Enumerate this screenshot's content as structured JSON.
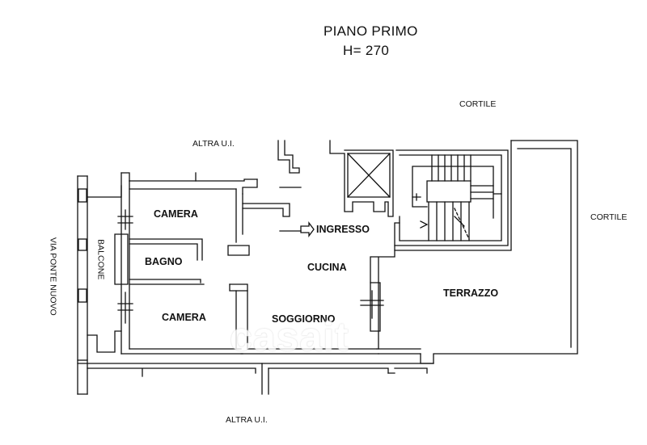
{
  "plan": {
    "title": "PIANO PRIMO",
    "height_note": "H= 270",
    "labels": {
      "cortile_top": "CORTILE",
      "cortile_right": "CORTILE",
      "altra_ui_top": "ALTRA U.I.",
      "altra_ui_bottom": "ALTRA U.I.",
      "via": "VIA PONTE NUOVO",
      "balcone": "BALCONE"
    },
    "rooms": {
      "camera_1": "CAMERA",
      "bagno": "BAGNO",
      "camera_2": "CAMERA",
      "ingresso": "INGRESSO",
      "cucina": "CUCINA",
      "soggiorno": "SOGGIORNO",
      "terrazzo": "TERRAZZO"
    },
    "watermark": "casait",
    "colors": {
      "line": "#111111",
      "background": "#ffffff"
    }
  }
}
